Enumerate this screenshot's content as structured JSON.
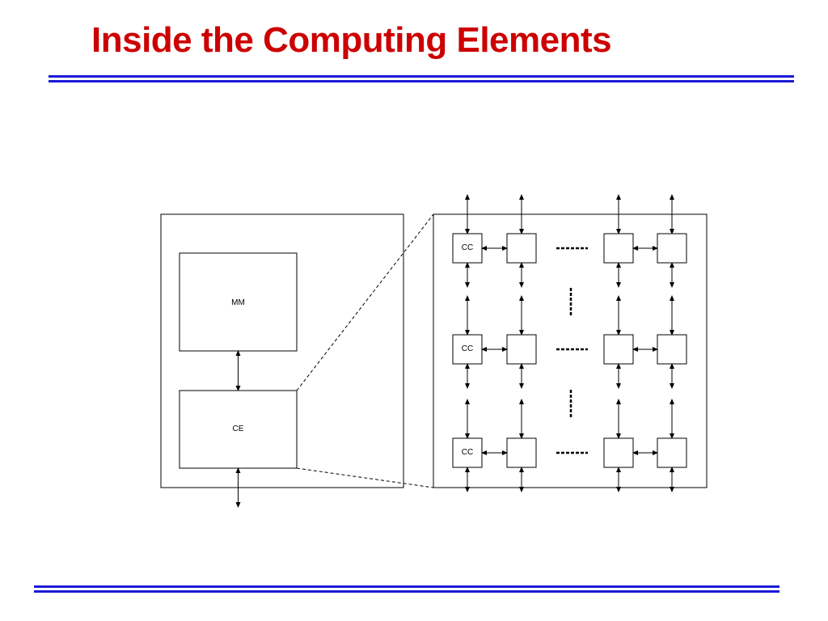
{
  "slide": {
    "title": "Inside the Computing Elements"
  },
  "colors": {
    "title": "#cc0000",
    "rule": "#1a1ad6",
    "line": "#000000",
    "background": "#ffffff"
  },
  "diagram": {
    "memory_label": "MM",
    "compute_label": "CE",
    "cell_label": "CC"
  }
}
